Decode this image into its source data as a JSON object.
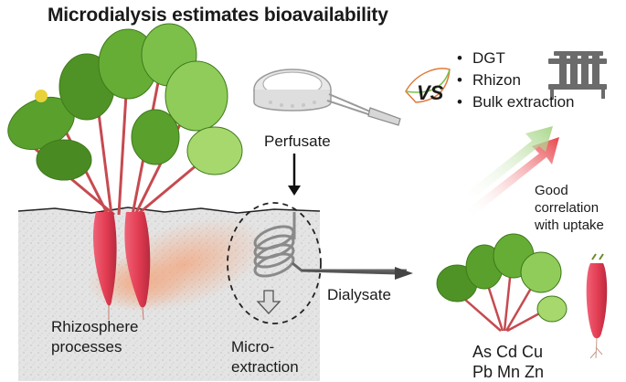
{
  "title": "Microdialysis estimates bioavailability",
  "labels": {
    "perfusate": "Perfusate",
    "dialysate": "Dialysate",
    "rhizosphere_line1": "Rhizosphere",
    "rhizosphere_line2": "processes",
    "microextraction_line1": "Micro-",
    "microextraction_line2": "extraction",
    "vs": "VS",
    "correlation_line1": "Good",
    "correlation_line2": "correlation",
    "correlation_line3": "with uptake"
  },
  "methods": [
    "DGT",
    "Rhizon",
    "Bulk extraction"
  ],
  "metals_line1": "As Cd Cu",
  "metals_line2": "Pb Mn Zn",
  "colors": {
    "soil": "#e2e2e2",
    "leaf": "#5a9a2a",
    "radish": "#e23c52",
    "arrow_red": "#e8434a",
    "arrow_green": "#a9d88a",
    "root_zone": "#f0a070"
  },
  "icons": [
    "microdialysis-probe-icon",
    "test-tube-rack-icon",
    "down-arrow-icon",
    "gradient-arrow-icon"
  ]
}
